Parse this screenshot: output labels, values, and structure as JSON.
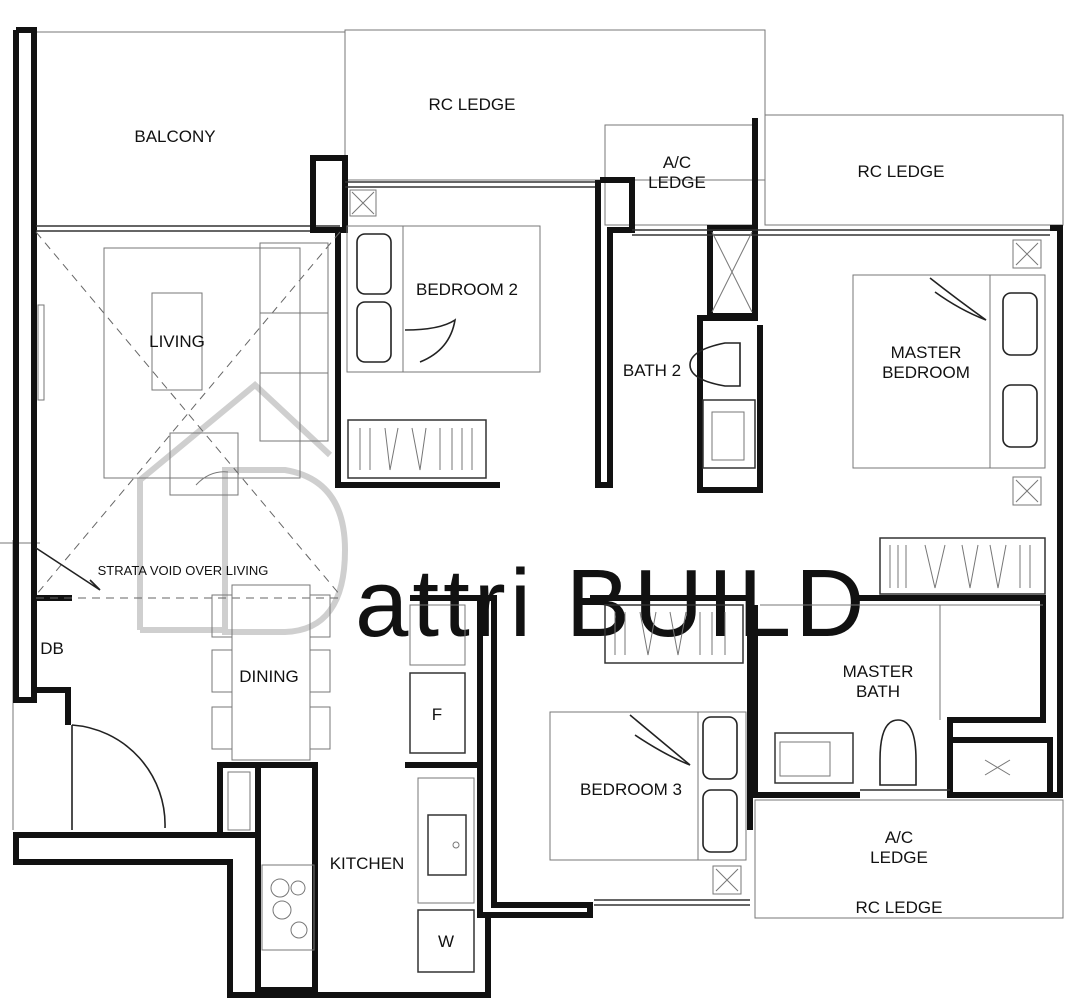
{
  "rooms": {
    "balcony": "BALCONY",
    "rc_ledge_top": "RC LEDGE",
    "ac_ledge_top_line1": "A/C",
    "ac_ledge_top_line2": "LEDGE",
    "rc_ledge_right": "RC LEDGE",
    "bedroom_2": "BEDROOM 2",
    "living": "LIVING",
    "bath_2": "BATH 2",
    "master_bedroom_line1": "MASTER",
    "master_bedroom_line2": "BEDROOM",
    "strata_void": "STRATA VOID OVER LIVING",
    "db": "DB",
    "dining": "DINING",
    "fridge": "F",
    "master_bath_line1": "MASTER",
    "master_bath_line2": "BATH",
    "bedroom_3": "BEDROOM 3",
    "kitchen": "KITCHEN",
    "ac_ledge_bottom_line1": "A/C",
    "ac_ledge_bottom_line2": "LEDGE",
    "rc_ledge_bottom": "RC LEDGE",
    "washer": "W"
  },
  "watermark": {
    "text": "attri BUILD"
  }
}
